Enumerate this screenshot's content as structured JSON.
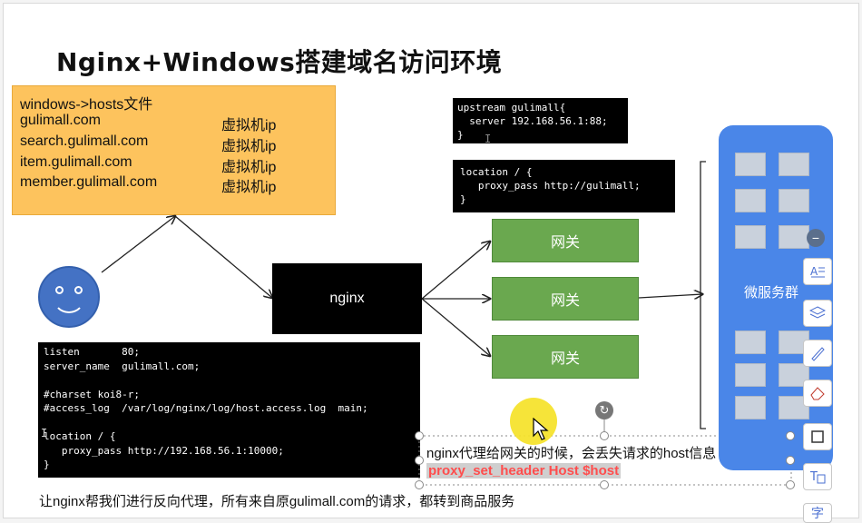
{
  "title": "Nginx+Windows搭建域名访问环境",
  "hosts_box": {
    "title": "windows->hosts文件",
    "entries": [
      {
        "domain": "gulimall.com",
        "ip": "虚拟机ip"
      },
      {
        "domain": "search.gulimall.com",
        "ip": "虚拟机ip"
      },
      {
        "domain": "item.gulimall.com",
        "ip": "虚拟机ip"
      },
      {
        "domain": "member.gulimall.com",
        "ip": "虚拟机ip"
      }
    ]
  },
  "upstream_code": "upstream gulimall{\n  server 192.168.56.1:88;\n}",
  "location_code": "location / {\n   proxy_pass http://gulimall;\n}",
  "server_code": "listen       80;\nserver_name  gulimall.com;\n\n#charset koi8-r;\n#access_log  /var/log/nginx/log/host.access.log  main;\n\nlocation / {\n   proxy_pass http://192.168.56.1:10000;\n}",
  "nginx_label": "nginx",
  "gateways": [
    "网关",
    "网关",
    "网关"
  ],
  "microservice_label": "微服务群",
  "note_line1": "nginx代理给网关的时候，会丢失请求的host信息",
  "note_line2": "proxy_set_header Host $host",
  "bottom_text": "让nginx帮我们进行反向代理，所有来自原gulimall.com的请求，都转到商品服务",
  "toolbar_icons": [
    "text-align-icon",
    "layers-icon",
    "pen-icon",
    "eraser-icon",
    "frame-icon",
    "text-box-icon",
    "char-icon"
  ],
  "toolbar_char": "字",
  "colors": {
    "hosts_bg": "#fdc35d",
    "gateway": "#6aa84f",
    "microservices": "#4a86e8",
    "smiley": "#4472c4",
    "note_highlight": "#ff4d4d"
  }
}
